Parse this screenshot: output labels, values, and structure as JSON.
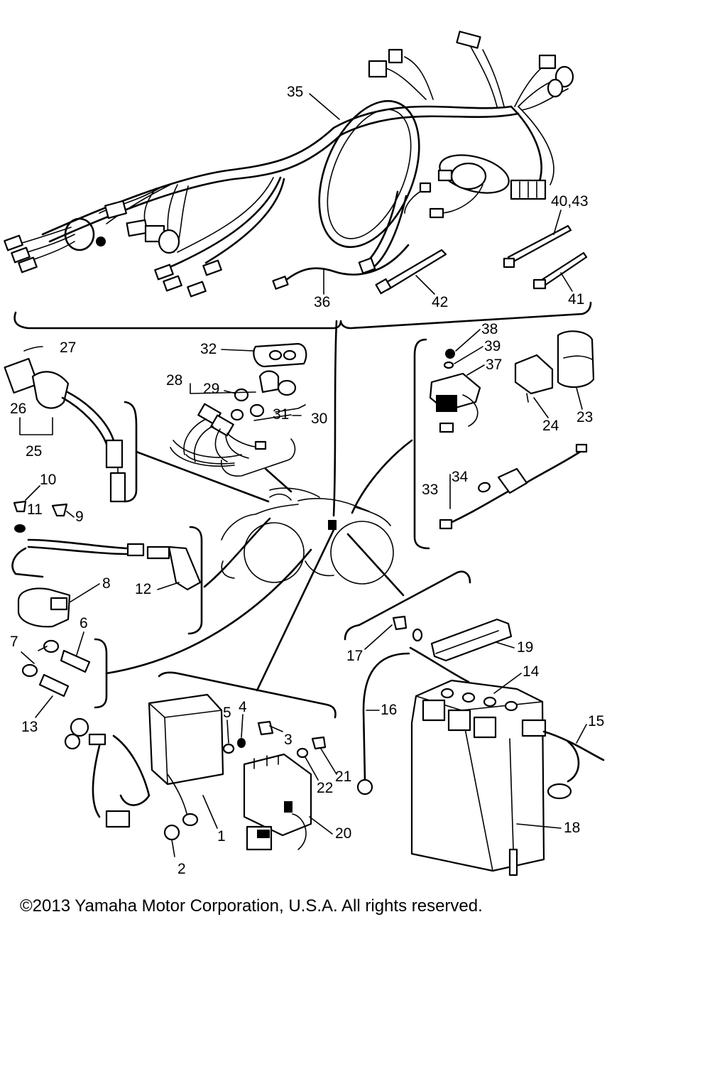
{
  "labels": {
    "n1": "1",
    "n2": "2",
    "n3": "3",
    "n4": "4",
    "n5": "5",
    "n6": "6",
    "n7": "7",
    "n8": "8",
    "n9": "9",
    "n10": "10",
    "n11": "11",
    "n12": "12",
    "n13": "13",
    "n14": "14",
    "n15": "15",
    "n16": "16",
    "n17": "17",
    "n18": "18",
    "n19": "19",
    "n20": "20",
    "n21": "21",
    "n22": "22",
    "n23": "23",
    "n24": "24",
    "n25": "25",
    "n26": "26",
    "n27": "27",
    "n28": "28",
    "n29": "29",
    "n30": "30",
    "n31": "31",
    "n32": "32",
    "n33": "33",
    "n34": "34",
    "n35": "35",
    "n36": "36",
    "n37": "37",
    "n38": "38",
    "n39": "39",
    "n41": "41",
    "n42": "42",
    "n4043": "40,43"
  },
  "copyright": "©2013 Yamaha Motor Corporation, U.S.A. All rights reserved."
}
